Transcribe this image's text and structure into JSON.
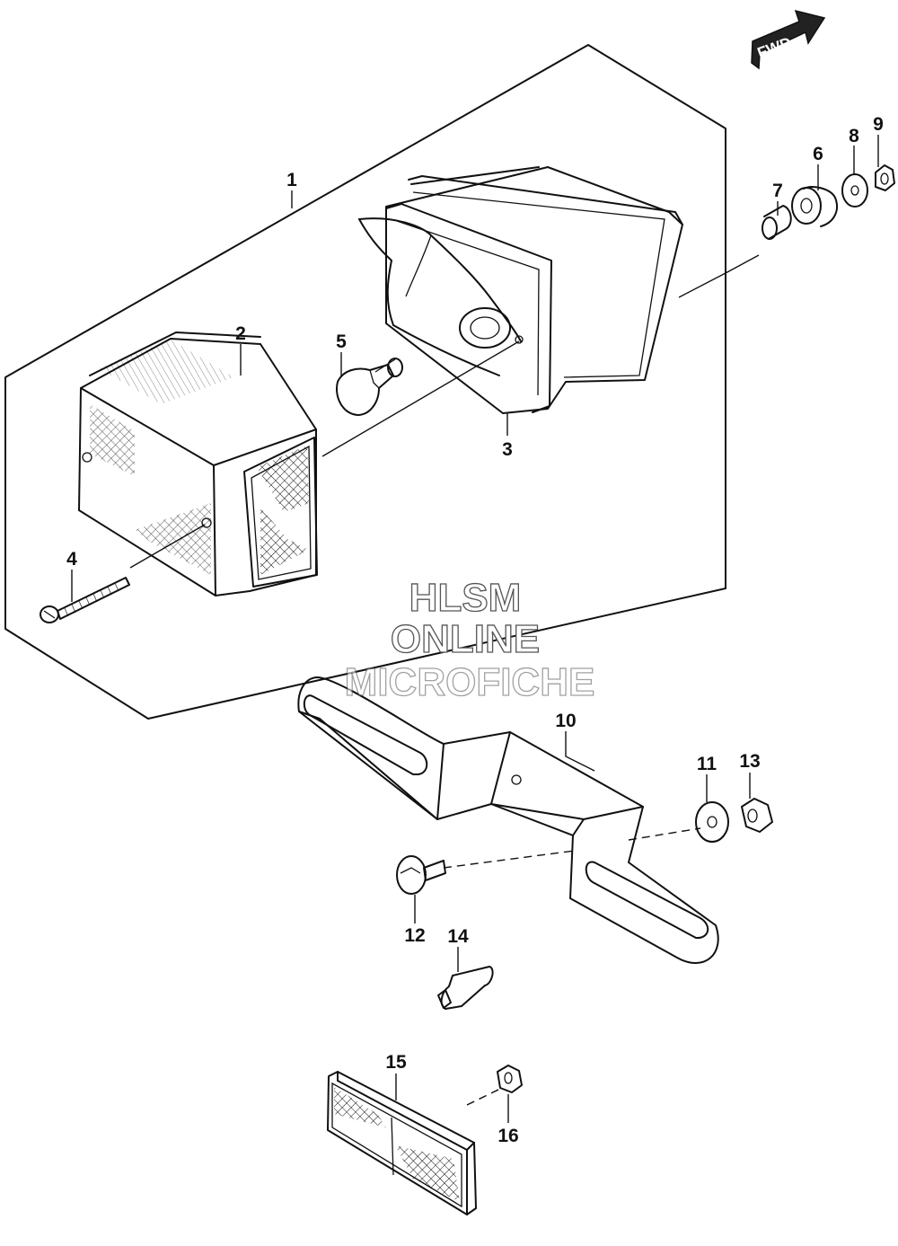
{
  "watermark": {
    "line1": "HLSM",
    "line2": "ONLINE",
    "line3": "MICROFICHE"
  },
  "direction_arrow": {
    "label": "FWD"
  },
  "callouts": [
    {
      "id": "1",
      "label": "1"
    },
    {
      "id": "2",
      "label": "2"
    },
    {
      "id": "3",
      "label": "3"
    },
    {
      "id": "4",
      "label": "4"
    },
    {
      "id": "5",
      "label": "5"
    },
    {
      "id": "6",
      "label": "6"
    },
    {
      "id": "7",
      "label": "7"
    },
    {
      "id": "8",
      "label": "8"
    },
    {
      "id": "9",
      "label": "9"
    },
    {
      "id": "10",
      "label": "10"
    },
    {
      "id": "11",
      "label": "11"
    },
    {
      "id": "12",
      "label": "12"
    },
    {
      "id": "13",
      "label": "13"
    },
    {
      "id": "14",
      "label": "14"
    },
    {
      "id": "15",
      "label": "15"
    },
    {
      "id": "16",
      "label": "16"
    }
  ]
}
